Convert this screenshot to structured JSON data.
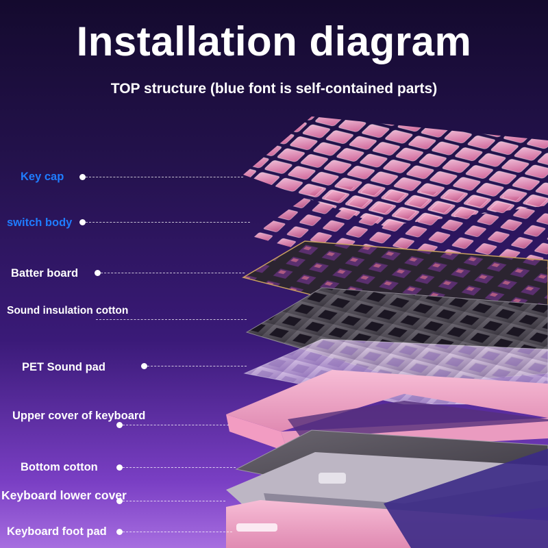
{
  "title": "Installation diagram",
  "subtitle": "TOP structure (blue font is self-contained parts)",
  "colors": {
    "self_contained_label": "#1f7cff",
    "standard_label": "#ffffff",
    "keycap_pink": "#f3a6c8",
    "plate_dark": "#2a2430",
    "case_pink": "#f2a9c9"
  },
  "layers": [
    {
      "id": "key-cap",
      "label": "Key cap",
      "self_contained": true
    },
    {
      "id": "switch-body",
      "label": "switch body",
      "self_contained": true
    },
    {
      "id": "batter-board",
      "label": "Batter board",
      "self_contained": false
    },
    {
      "id": "sound-insulation-cotton",
      "label": "Sound insulation cotton",
      "self_contained": false
    },
    {
      "id": "pet-sound-pad",
      "label": "PET Sound pad",
      "self_contained": false
    },
    {
      "id": "upper-cover",
      "label": "Upper cover of keyboard",
      "self_contained": false
    },
    {
      "id": "bottom-cotton",
      "label": "Bottom cotton",
      "self_contained": false
    },
    {
      "id": "lower-cover",
      "label": "Keyboard lower cover",
      "self_contained": false
    },
    {
      "id": "foot-pad",
      "label": "Keyboard foot pad",
      "self_contained": false
    }
  ]
}
